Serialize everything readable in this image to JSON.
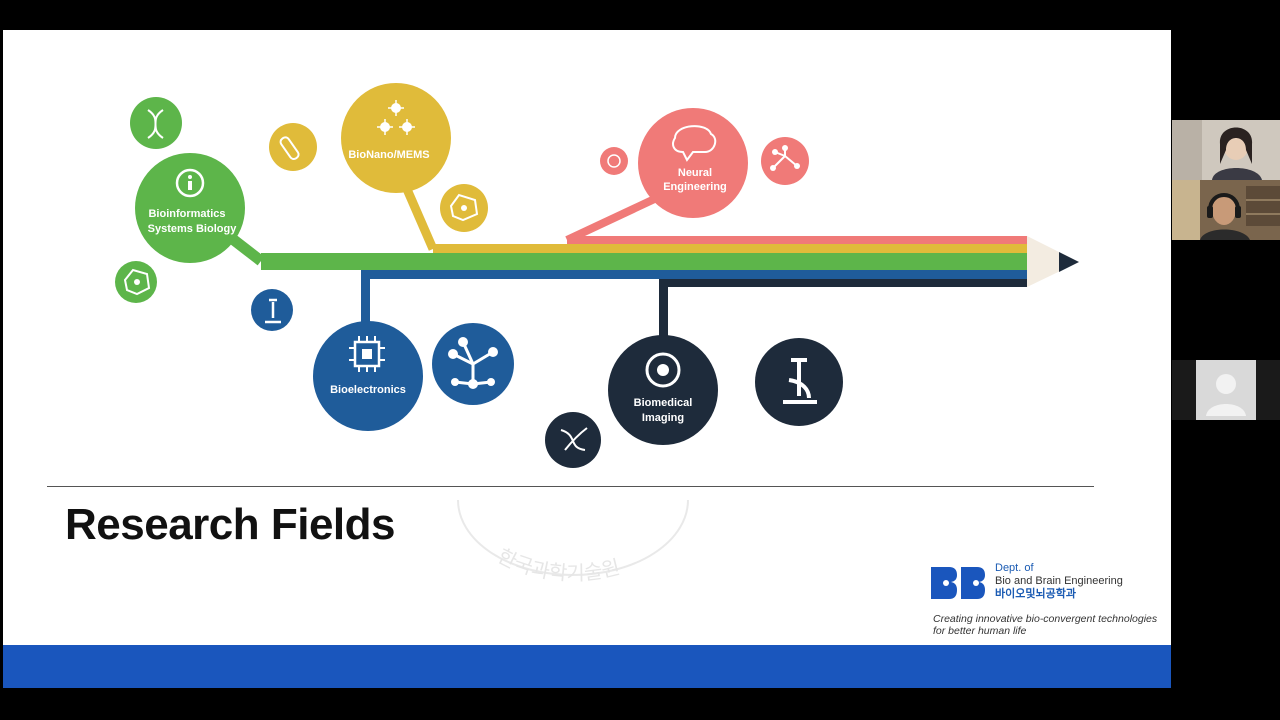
{
  "slide": {
    "title": "Research Fields",
    "fields": [
      {
        "label_lines": [
          "Bioinformatics",
          "Systems Biology"
        ]
      },
      {
        "label_lines": [
          "BioNano/MEMS"
        ]
      },
      {
        "label_lines": [
          "Neural",
          "Engineering"
        ]
      },
      {
        "label_lines": [
          "Bioelectronics"
        ]
      },
      {
        "label_lines": [
          "Biomedical",
          "Imaging"
        ]
      }
    ],
    "watermark_text": "한국과학기술원",
    "logo": {
      "dept_line1": "Dept. of",
      "dept_line2": "Bio and Brain Engineering",
      "dept_korean": "바이오및뇌공학과",
      "tagline_line1": "Creating innovative bio-convergent technologies",
      "tagline_line2": "for better human life"
    }
  },
  "colors": {
    "green": "#5db54a",
    "yellow": "#e0bb3a",
    "coral": "#f07a78",
    "blue": "#1f5c9a",
    "navy": "#1e2b3b",
    "bottom_bar": "#1a56bd"
  },
  "participants": [
    {
      "name": "",
      "kind": "video"
    },
    {
      "name": "",
      "kind": "video"
    },
    {
      "name": "",
      "kind": "avatar"
    }
  ]
}
